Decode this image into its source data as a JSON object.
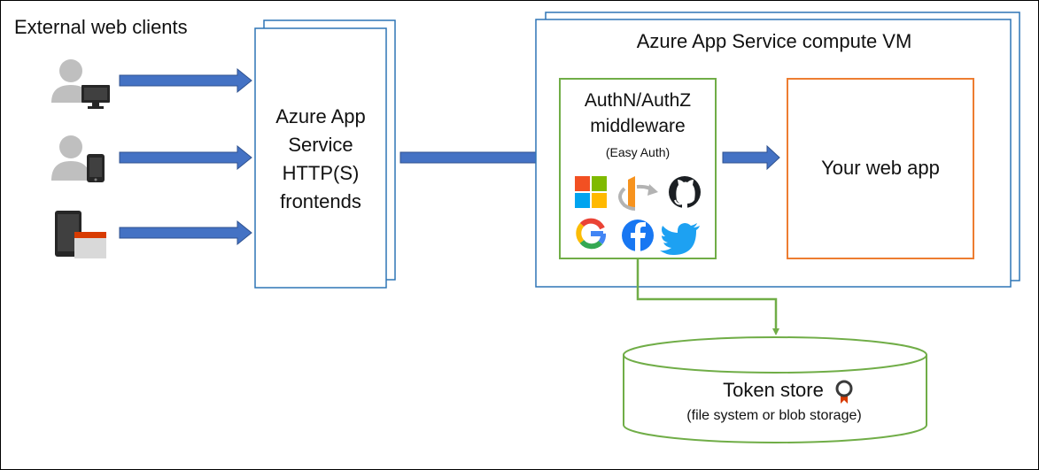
{
  "clients": {
    "heading": "External web clients",
    "items": [
      {
        "icon": "user-desktop-icon"
      },
      {
        "icon": "user-mobile-icon"
      },
      {
        "icon": "devices-browser-icon"
      }
    ]
  },
  "frontends": {
    "line1": "Azure App",
    "line2": "Service",
    "line3": "HTTP(S)",
    "line4": "frontends"
  },
  "vm": {
    "title": "Azure App Service compute VM"
  },
  "middleware": {
    "line1": "AuthN/AuthZ",
    "line2": "middleware",
    "sub": "(Easy Auth)",
    "providers": [
      {
        "icon": "microsoft-logo-icon"
      },
      {
        "icon": "openid-logo-icon"
      },
      {
        "icon": "github-logo-icon"
      },
      {
        "icon": "google-logo-icon"
      },
      {
        "icon": "facebook-logo-icon"
      },
      {
        "icon": "twitter-logo-icon"
      }
    ]
  },
  "webapp": {
    "label": "Your web app"
  },
  "tokenstore": {
    "title": "Token store",
    "sub": "(file system or blob storage)",
    "icon": "certificate-ribbon-icon"
  },
  "colors": {
    "arrow": "#4472c4",
    "arrow_stroke": "#2f528f",
    "box": "#2e75b6",
    "middleware": "#70ad47",
    "webapp": "#ed7d31",
    "icon_gray": "#bfbfbf",
    "icon_dark": "#262626"
  }
}
